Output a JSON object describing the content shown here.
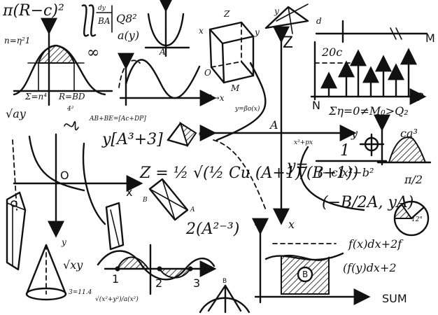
{
  "board": {
    "f1": "π(R−c)²",
    "f2": "n=η²1",
    "f3a": "dy",
    "f3b": "BA",
    "f3c": "Q8²",
    "f4": "a(y)",
    "f5": "∞",
    "f6": "Σ=n⁴",
    "f7": "R=BD",
    "f8": "√ay",
    "f9": "4²",
    "f10": "2→x",
    "f11": "y=βo(x)",
    "f12": "20c",
    "f13": "Ση=0≠M₀>Q₂",
    "f14": "AB+BE=[Ac+DP]",
    "f15": "y[A³+3]",
    "f16": "A",
    "f17": "x³+px",
    "f18": "y=",
    "f19": "1",
    "f20": "(−c)x²−b²",
    "f21": "ca³",
    "f22": "π/2",
    "f23": "Z = ½ √(½ Cu (A+1)/(B+1))",
    "f24": "(−B/2A, yA)",
    "f25": "12°",
    "f26": "2(A²⁻³)",
    "f27": "√xy",
    "f28": "f(x)dx+2f",
    "f29": "(f(y)dx+2",
    "f30": "SUM",
    "f31": "3=11.4",
    "f32": "√(x²+y²)/a(x²)",
    "labels": {
      "y1": "y",
      "z": "Z",
      "x": "x",
      "m": "M",
      "n": "N",
      "p": "P",
      "q": "Q",
      "o": "O",
      "a": "A",
      "b": "B",
      "c": "C",
      "d": "d",
      "one": "1",
      "two": "2",
      "three": "3"
    }
  }
}
